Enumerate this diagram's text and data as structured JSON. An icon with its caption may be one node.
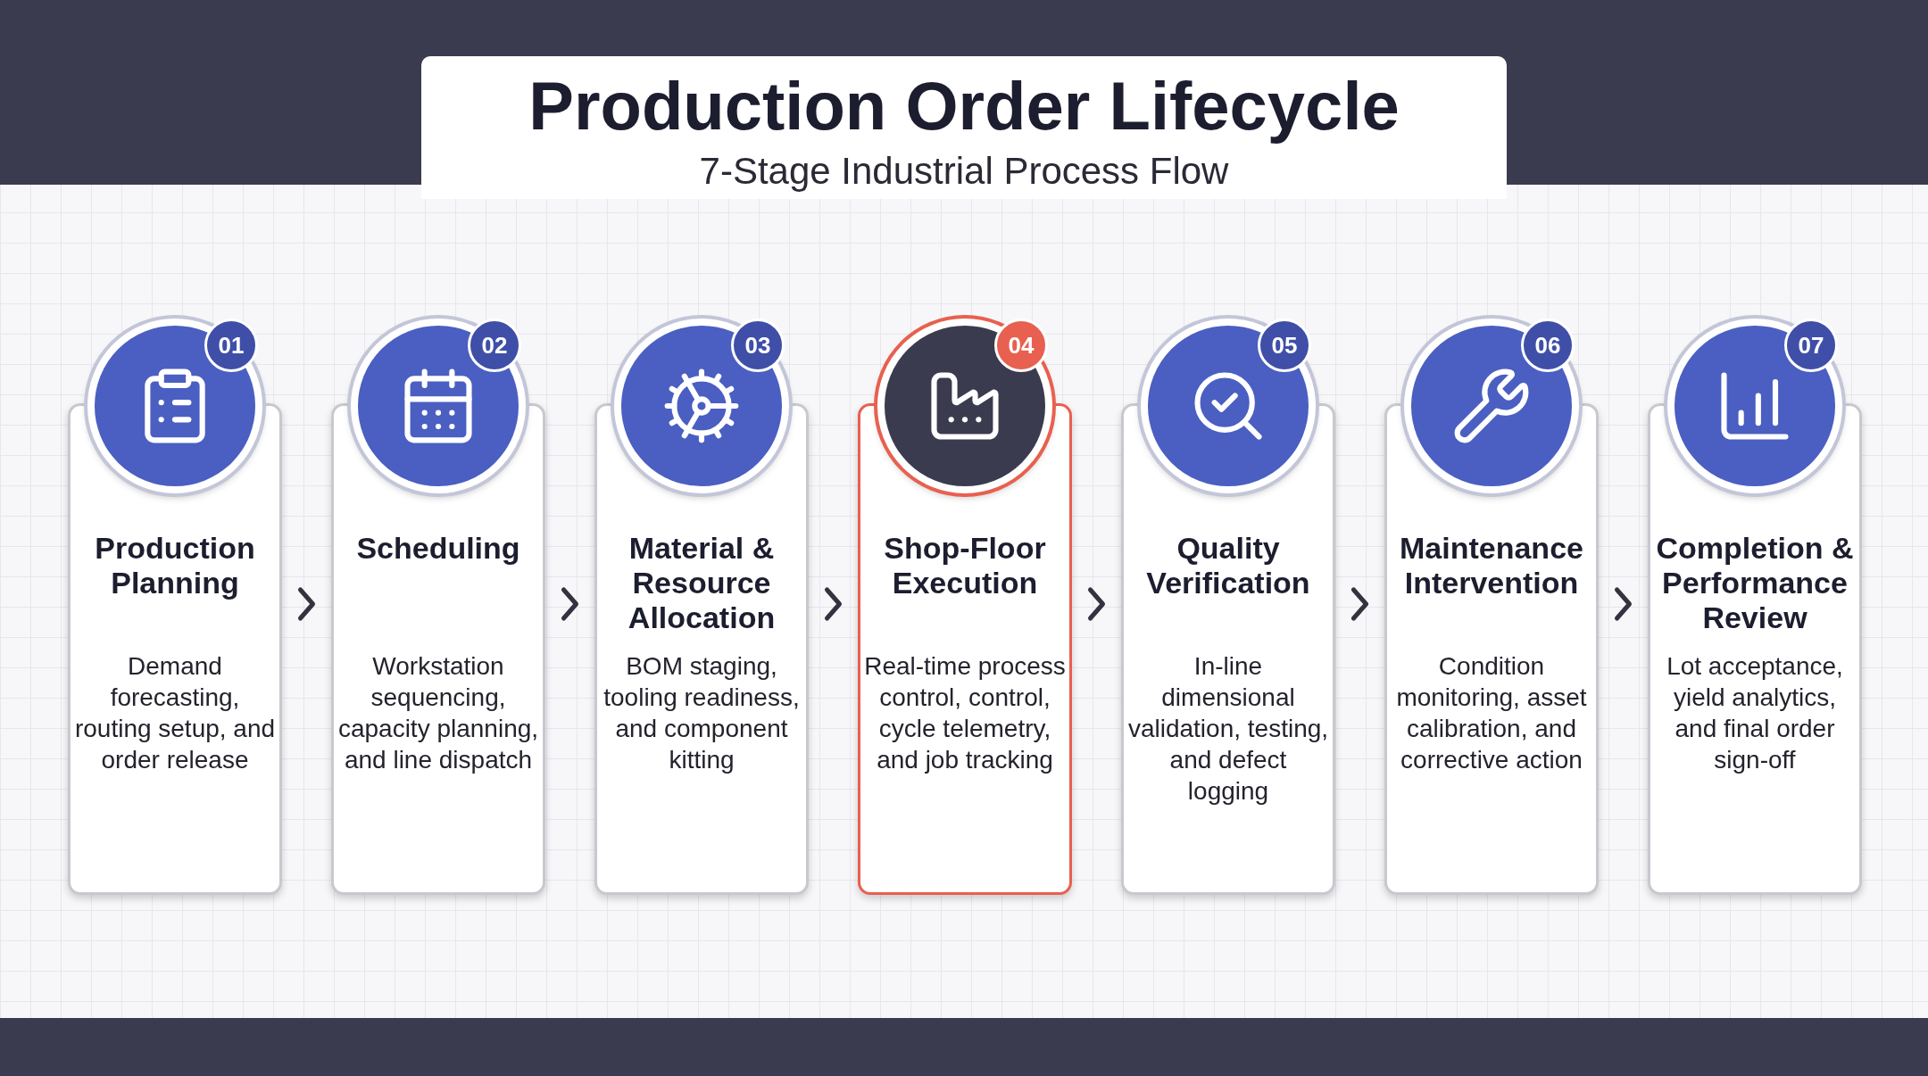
{
  "diagram": {
    "title": "Production Order Lifecycle",
    "caption": "7-Stage Industrial Process Flow",
    "nodes": [
      {
        "text": [
          "01",
          "Production Planning",
          "Demand forecasting, routing setup, and order release"
        ]
      },
      {
        "text": [
          "02",
          "Scheduling",
          "Workstation sequencing, capacity planning, and line dispatch"
        ]
      },
      {
        "text": [
          "03",
          "Material & Resource Allocation",
          "BOM staging, tooling readiness, and component kitting"
        ]
      },
      {
        "text": [
          "04",
          "Shop-Floor Execution",
          "Real-time process control, control, cycle telemetry, and job tracking"
        ]
      },
      {
        "text": [
          "05",
          "Quality Verification",
          "In-line dimensional validation, testing, and defect logging"
        ]
      },
      {
        "text": [
          "06",
          "Maintenance Intervention",
          "Condition monitoring, asset calibration, and corrective action"
        ]
      },
      {
        "text": [
          "07",
          "Completion & Performance Review",
          "Lot acceptance, yield analytics, and final order sign-off"
        ]
      }
    ],
    "edges": [
      {
        "from": 0,
        "to": 1,
        "arrow": "to"
      },
      {
        "from": 1,
        "to": 2,
        "arrow": "to"
      },
      {
        "from": 2,
        "to": 3,
        "arrow": "to"
      },
      {
        "from": 3,
        "to": 4,
        "arrow": "to"
      },
      {
        "from": 4,
        "to": 5,
        "arrow": "to"
      },
      {
        "from": 5,
        "to": 6,
        "arrow": "to"
      }
    ]
  }
}
